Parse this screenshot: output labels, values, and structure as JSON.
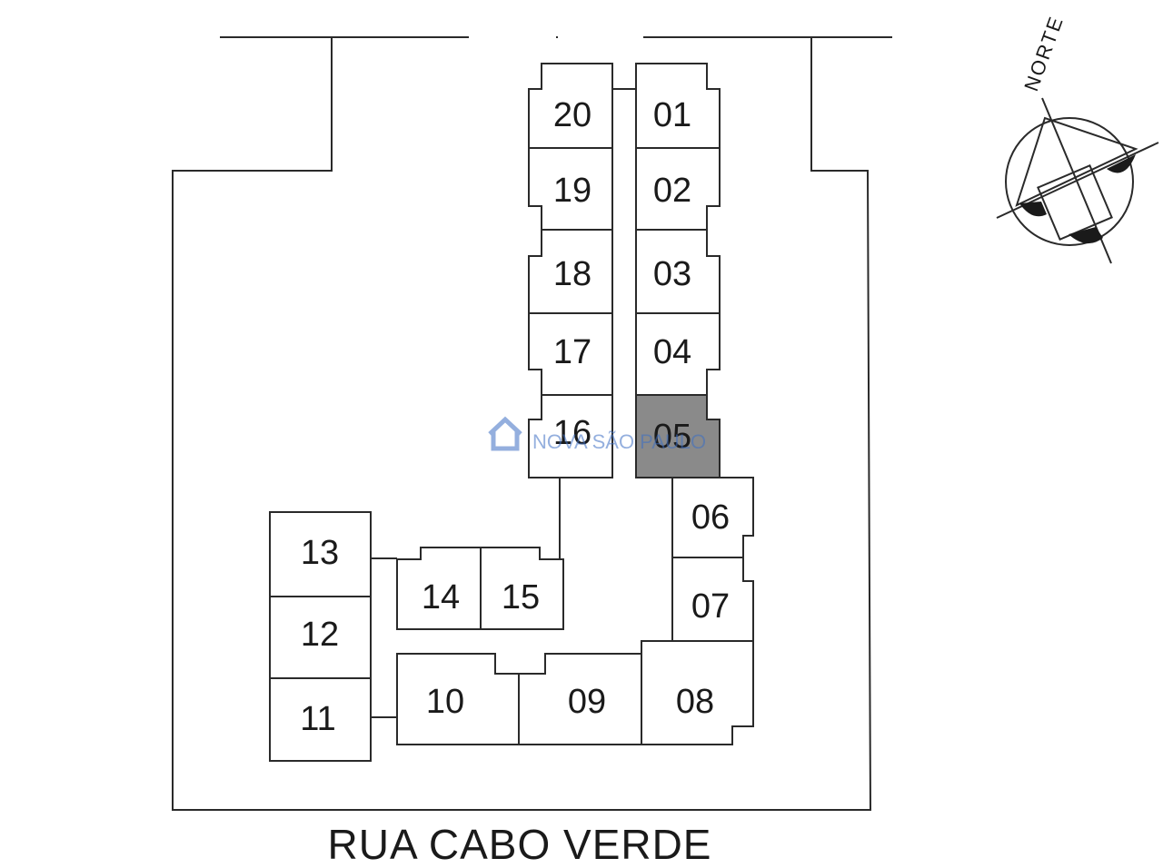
{
  "street_name": "RUA CABO VERDE",
  "compass": {
    "label": "NORTE"
  },
  "watermark": {
    "text": "NOVA SÃO PAULO",
    "color": "#3d6fc4"
  },
  "highlight_color": "#8a8a8a",
  "units": [
    {
      "id": "u01",
      "label": "01",
      "selected": false
    },
    {
      "id": "u02",
      "label": "02",
      "selected": false
    },
    {
      "id": "u03",
      "label": "03",
      "selected": false
    },
    {
      "id": "u04",
      "label": "04",
      "selected": false
    },
    {
      "id": "u05",
      "label": "05",
      "selected": true
    },
    {
      "id": "u06",
      "label": "06",
      "selected": false
    },
    {
      "id": "u07",
      "label": "07",
      "selected": false
    },
    {
      "id": "u08",
      "label": "08",
      "selected": false
    },
    {
      "id": "u09",
      "label": "09",
      "selected": false
    },
    {
      "id": "u10",
      "label": "10",
      "selected": false
    },
    {
      "id": "u11",
      "label": "11",
      "selected": false
    },
    {
      "id": "u12",
      "label": "12",
      "selected": false
    },
    {
      "id": "u13",
      "label": "13",
      "selected": false
    },
    {
      "id": "u14",
      "label": "14",
      "selected": false
    },
    {
      "id": "u15",
      "label": "15",
      "selected": false
    },
    {
      "id": "u16",
      "label": "16",
      "selected": false
    },
    {
      "id": "u17",
      "label": "17",
      "selected": false
    },
    {
      "id": "u18",
      "label": "18",
      "selected": false
    },
    {
      "id": "u19",
      "label": "19",
      "selected": false
    },
    {
      "id": "u20",
      "label": "20",
      "selected": false
    }
  ]
}
